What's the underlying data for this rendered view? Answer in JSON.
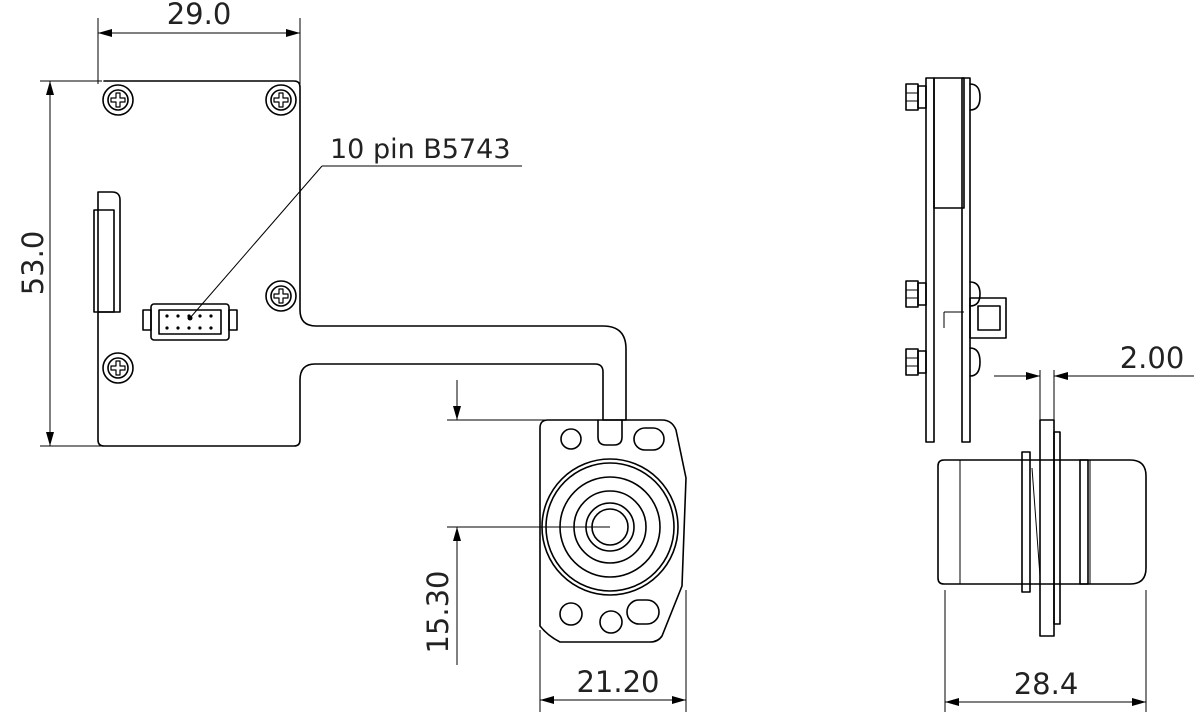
{
  "front_view": {
    "width_dimension": "29.0",
    "height_dimension": "53.0",
    "connector_label": "10 pin B5743"
  },
  "sensor_view": {
    "offset_dimension": "15.30",
    "width_dimension": "21.20"
  },
  "side_view": {
    "thickness_dimension": "2.00",
    "length_dimension": "28.4"
  }
}
